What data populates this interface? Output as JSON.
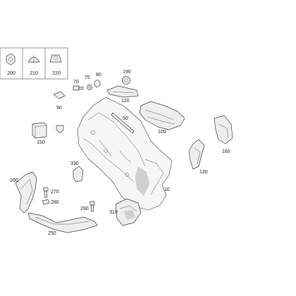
{
  "callouts": {
    "p10": "10",
    "p50": "50",
    "p70": "70",
    "p75": "75",
    "p80": "80",
    "p90": "90",
    "p100": "100",
    "p120": "120",
    "p130": "130",
    "p150": "150",
    "p160": "160",
    "p190": "190",
    "p200": "200",
    "p210": "210",
    "p220": "220",
    "p250": "250",
    "p260": "260",
    "p270": "270",
    "p280": "280",
    "p290": "290",
    "p310": "310",
    "p330": "330"
  }
}
